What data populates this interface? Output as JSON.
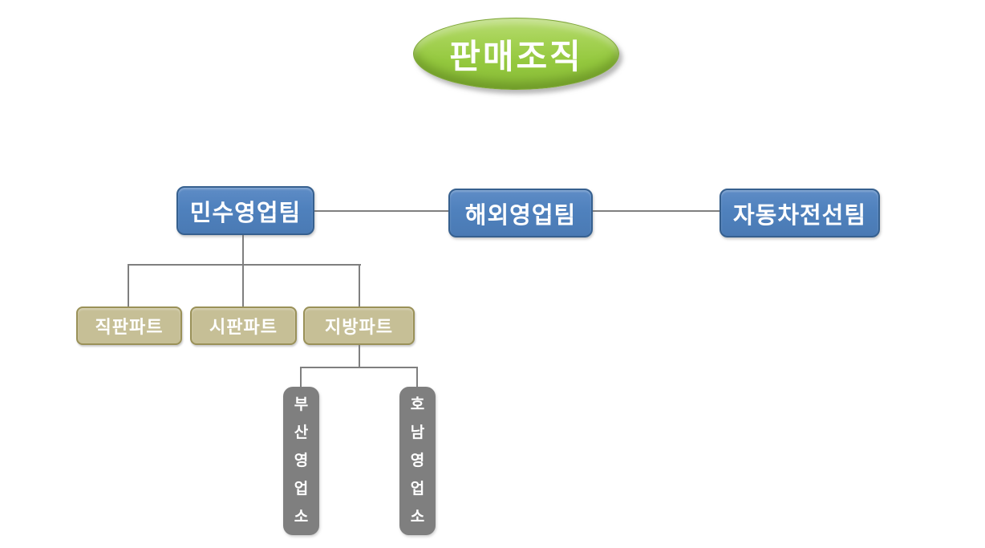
{
  "diagram": {
    "type": "org-chart",
    "root": {
      "label": "판매조직",
      "shape": "ellipse",
      "fill": "#94c83e"
    },
    "teams": [
      {
        "label": "민수영업팀",
        "fill": "#4f81bd"
      },
      {
        "label": "해외영업팀",
        "fill": "#4f81bd"
      },
      {
        "label": "자동차전선팀",
        "fill": "#4f81bd"
      }
    ],
    "parts": [
      {
        "label": "직판파트",
        "parent": "민수영업팀",
        "fill": "#c6bf96"
      },
      {
        "label": "시판파트",
        "parent": "민수영업팀",
        "fill": "#c6bf96"
      },
      {
        "label": "지방파트",
        "parent": "민수영업팀",
        "fill": "#c6bf96"
      }
    ],
    "offices": [
      {
        "label": "부산영업소",
        "parent": "지방파트",
        "fill": "#7f7f7f",
        "orientation": "vertical"
      },
      {
        "label": "호남영업소",
        "parent": "지방파트",
        "fill": "#7f7f7f",
        "orientation": "vertical"
      }
    ],
    "colors": {
      "background": "#ffffff",
      "root_fill": "#94c83e",
      "root_fill_light": "#b9dc74",
      "root_rim": "#6f9a2f",
      "team_fill": "#4f81bd",
      "team_border": "#36608f",
      "part_fill": "#c6bf96",
      "part_border": "#9a9158",
      "office_fill": "#7f7f7f",
      "connector": "#7f7f7f",
      "text": "#ffffff"
    }
  }
}
